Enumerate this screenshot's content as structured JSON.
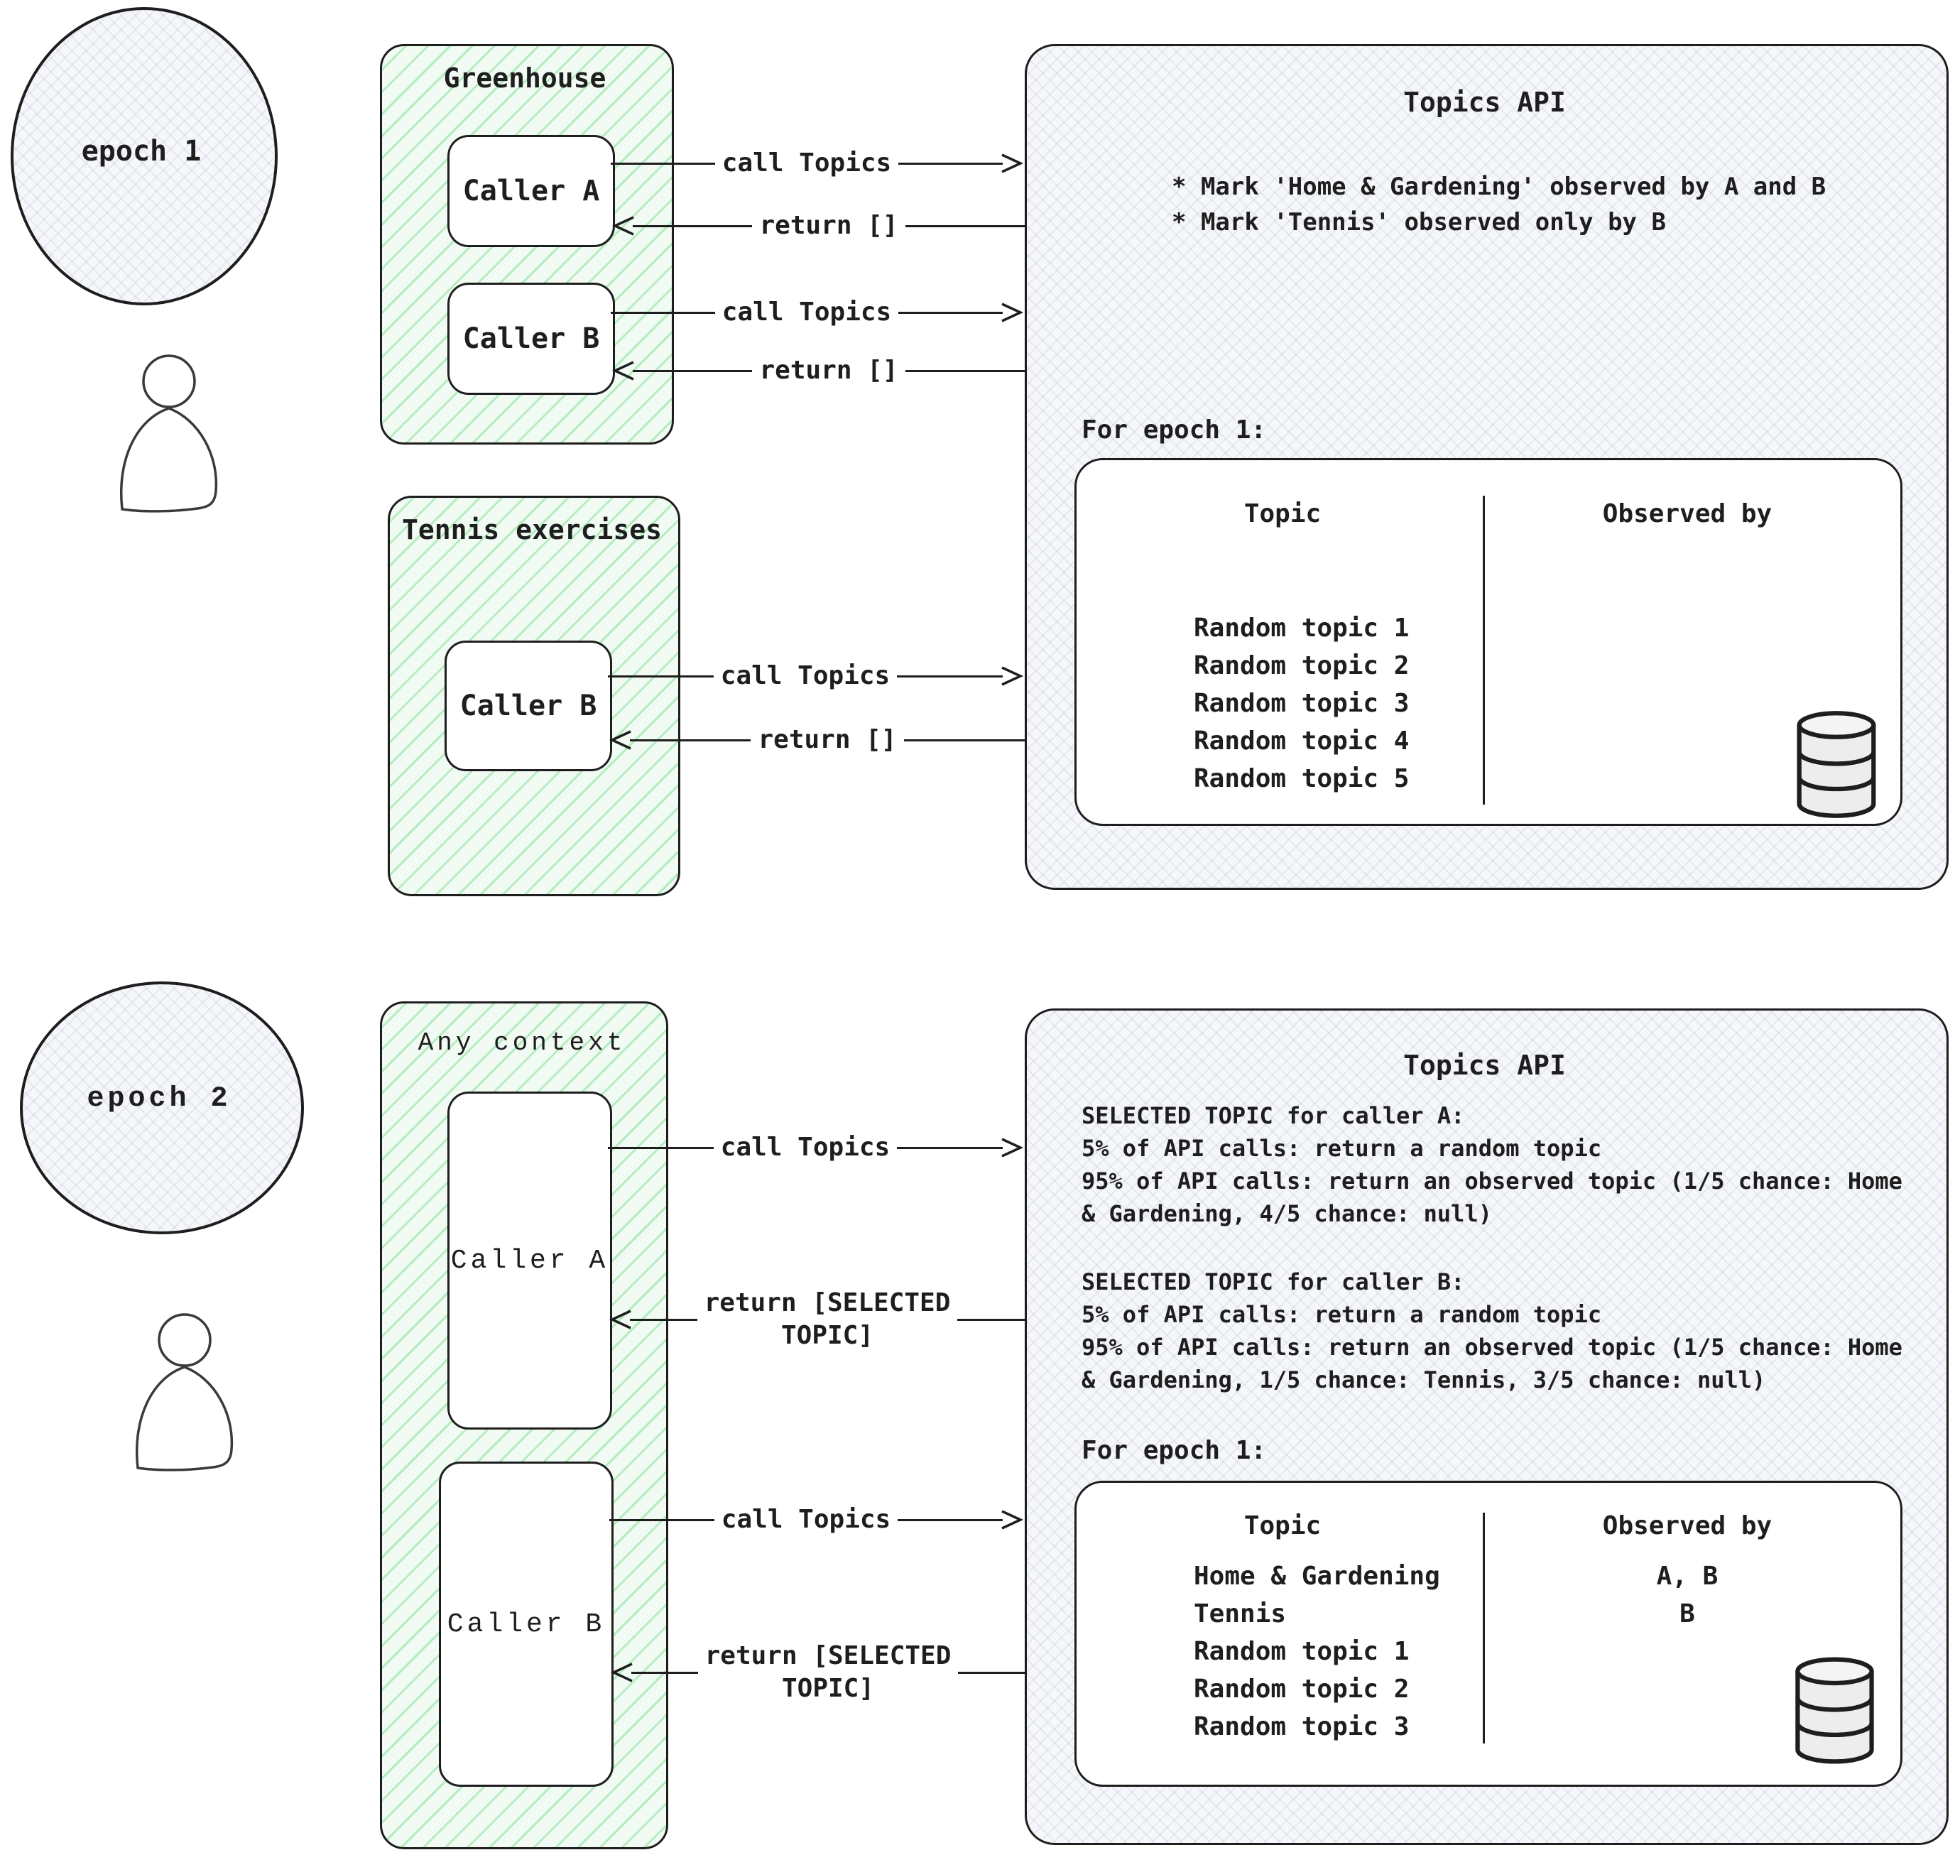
{
  "palette": {
    "ink": "#1e1e1e",
    "green_hatch": "#69db7c",
    "gray_hatch": "#7d8caa",
    "db_fill": "#ededed"
  },
  "epoch1": {
    "badge": "epoch 1",
    "greenhouse": {
      "title": "Greenhouse",
      "caller_a": "Caller A",
      "caller_b": "Caller B"
    },
    "tennis": {
      "title": "Tennis exercises",
      "caller_b": "Caller B"
    },
    "arrows": {
      "call": "call Topics",
      "ret": "return []"
    },
    "api": {
      "title": "Topics API",
      "notes": "* Mark 'Home & Gardening' observed by A and B\n* Mark 'Tennis' observed only by B",
      "epoch_heading": "For epoch 1:",
      "table": {
        "topic_header": "Topic",
        "observed_header": "Observed by",
        "topics": "Random topic 1\nRandom topic 2\nRandom topic 3\nRandom topic 4\nRandom topic 5",
        "observed": ""
      }
    }
  },
  "epoch2": {
    "badge": "epoch 2",
    "context": {
      "title": "Any context",
      "caller_a": "Caller A",
      "caller_b": "Caller B"
    },
    "arrows": {
      "call": "call Topics",
      "ret": "return [SELECTED\nTOPIC]"
    },
    "api": {
      "title": "Topics API",
      "selected_a": "SELECTED TOPIC for caller A:\n5% of API calls: return a random topic\n95% of API calls: return an observed topic (1/5 chance: Home\n& Gardening, 4/5 chance: null)",
      "selected_b": "SELECTED TOPIC for caller B:\n5% of API calls: return a random topic\n95% of API calls: return an observed topic (1/5 chance: Home\n& Gardening, 1/5 chance: Tennis,  3/5 chance: null)",
      "epoch_heading": "For epoch 1:",
      "table": {
        "topic_header": "Topic",
        "observed_header": "Observed by",
        "topics": "Home & Gardening\nTennis\nRandom topic 1\nRandom topic 2\nRandom topic 3",
        "observed": "A, B\nB"
      }
    }
  }
}
